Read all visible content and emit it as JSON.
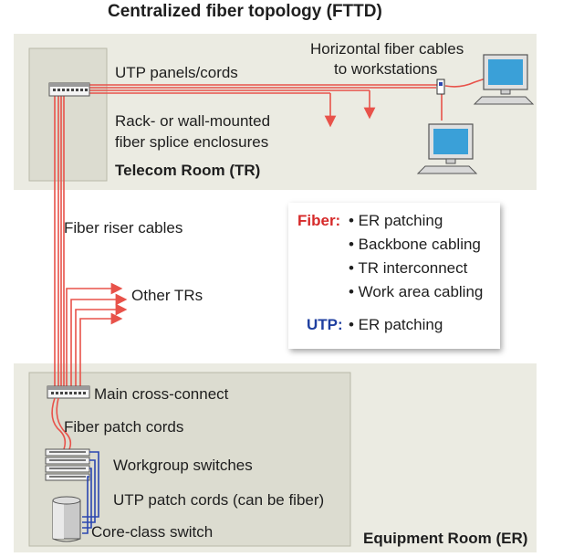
{
  "title": "Centralized fiber topology (FTTD)",
  "labels": {
    "horizontal_line1": "Horizontal fiber cables",
    "horizontal_line2": "to workstations",
    "utp_panels": "UTP panels/cords",
    "enclosures_line1": "Rack- or wall-mounted",
    "enclosures_line2": "fiber splice enclosures",
    "telecom_room": "Telecom Room (TR)",
    "riser": "Fiber riser cables",
    "other_trs": "Other TRs",
    "main_cross_connect": "Main cross-connect",
    "patch_cords": "Fiber patch cords",
    "workgroup_switches": "Workgroup switches",
    "utp_patch_cords": "UTP patch cords (can be fiber)",
    "core_switch": "Core-class switch",
    "equipment_room": "Equipment Room (ER)"
  },
  "legend": {
    "fiber_label": "Fiber:",
    "fiber_items": [
      "• ER patching",
      "• Backbone cabling",
      "• TR interconnect",
      "• Work area cabling"
    ],
    "utp_label": "UTP:",
    "utp_items": [
      "• ER patching"
    ]
  },
  "colors": {
    "fiber": "#e8524a",
    "utp": "#2b47b0",
    "room_fill": "#ebebe2",
    "panel_fill": "#dcdcd0",
    "screen": "#3aa0d8"
  }
}
